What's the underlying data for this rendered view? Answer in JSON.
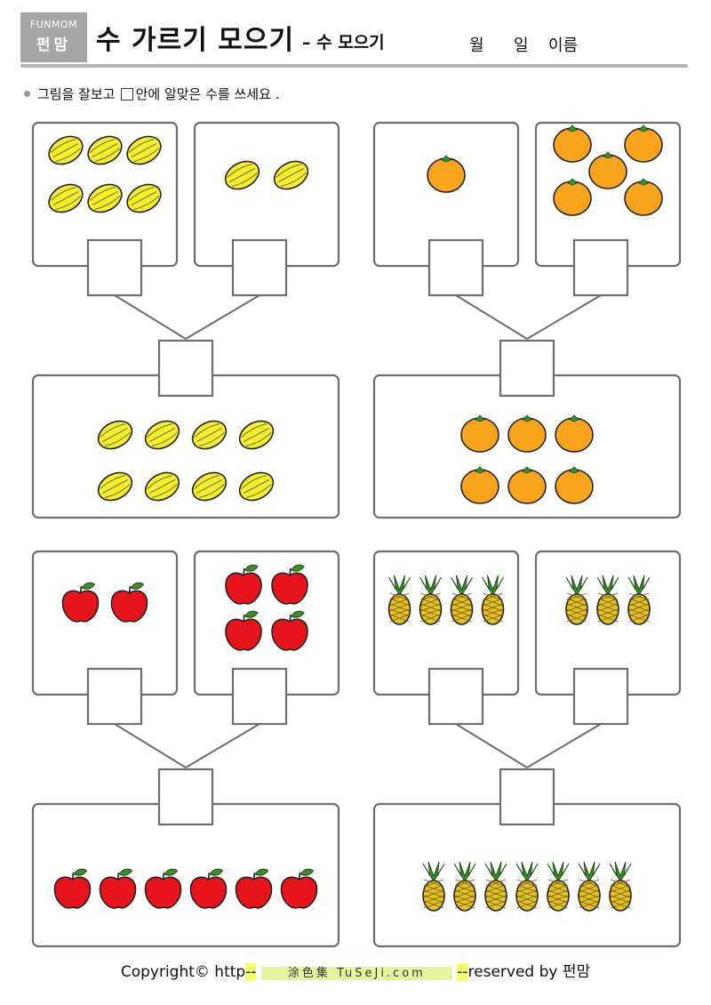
{
  "header": {
    "logo_top": "FUNMOM",
    "logo_bottom": "펀맘",
    "title": "수 가르기 모으기",
    "subtitle": "– 수 모으기",
    "month_label": "월",
    "day_label": "일",
    "name_label": "이름"
  },
  "instruction": {
    "before": "그림을 잘보고",
    "after": "안에 알맞은 수를 쓰세요 ."
  },
  "problems": [
    {
      "name": "melon-problem",
      "fruit": "melon-icon",
      "left_count": 6,
      "right_count": 2,
      "total_count": 8
    },
    {
      "name": "orange-problem",
      "fruit": "orange-icon",
      "left_count": 1,
      "right_count": 5,
      "total_count": 6
    },
    {
      "name": "apple-problem",
      "fruit": "apple-icon",
      "left_count": 2,
      "right_count": 4,
      "total_count": 6
    },
    {
      "name": "pineapple-problem",
      "fruit": "pineapple-icon",
      "left_count": 4,
      "right_count": 3,
      "total_count": 7
    }
  ],
  "colors": {
    "border": "#6e6e6e",
    "melon": "#f5ee2c",
    "orange": "#f8a41c",
    "apple": "#e8141c",
    "pineapple": "#e2c21e",
    "leaf": "#3b8f2a"
  },
  "footer": {
    "copyright": "Copyright© http",
    "watermark": "涂色集 TuSeJi.com",
    "reserved": "reserved by 펀맘"
  }
}
